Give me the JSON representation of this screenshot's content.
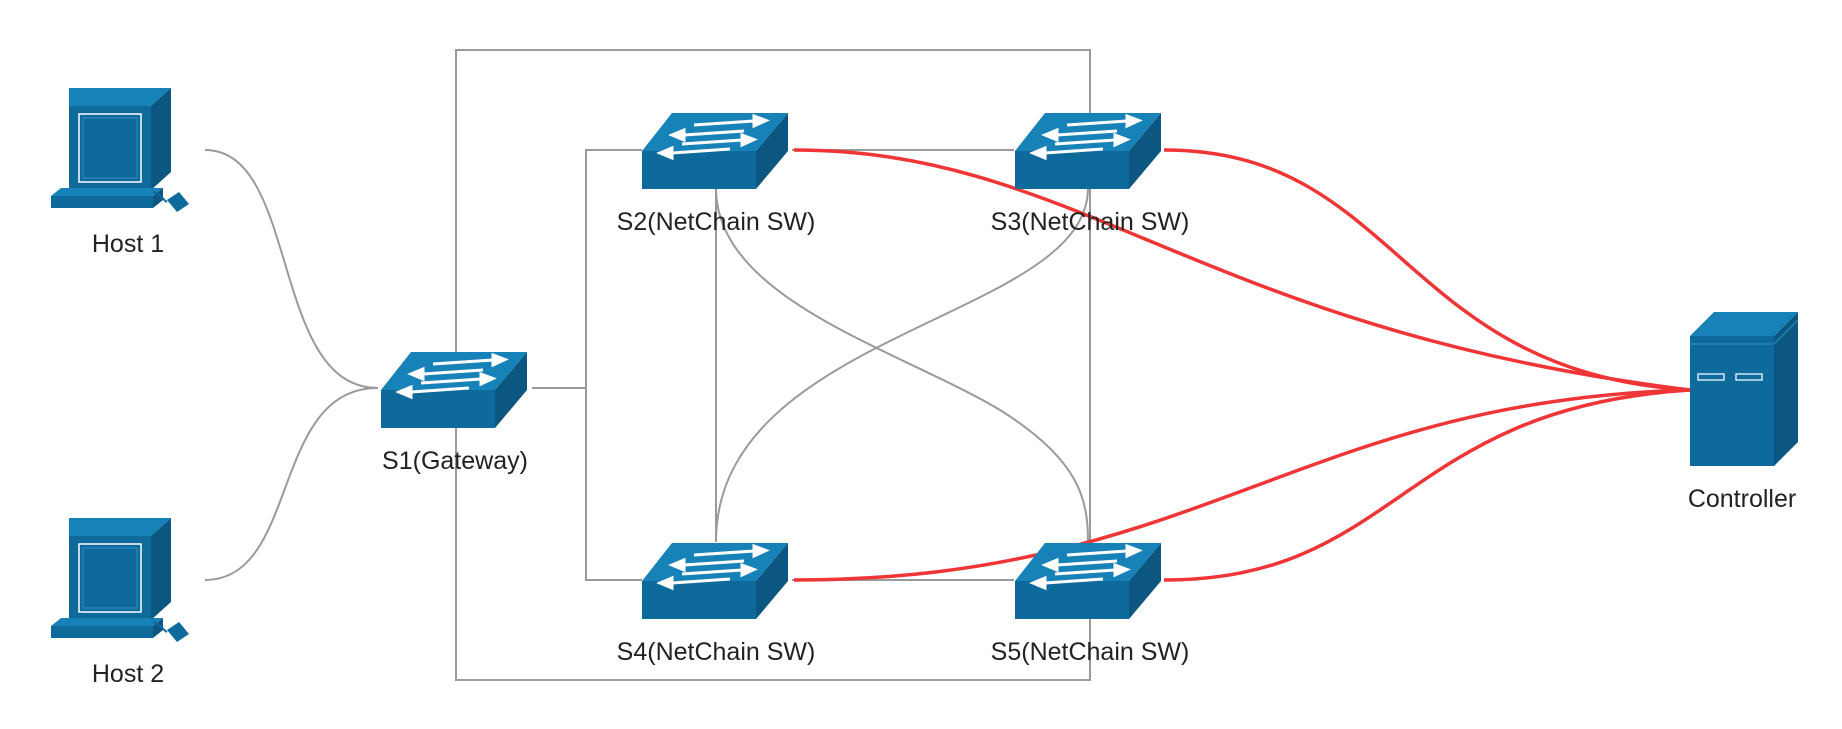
{
  "colors": {
    "device": "#0f6a9c",
    "device_dark": "#0b5782",
    "device_light": "#1782b8",
    "link_gray": "#9a9a9a",
    "link_red": "#ef3535",
    "text": "#222222"
  },
  "nodes": {
    "host1": {
      "label": "Host 1",
      "icon": "computer-icon"
    },
    "host2": {
      "label": "Host 2",
      "icon": "computer-icon"
    },
    "s1": {
      "label": "S1(Gateway)",
      "icon": "switch-icon"
    },
    "s2": {
      "label": "S2(NetChain SW)",
      "icon": "switch-icon"
    },
    "s3": {
      "label": "S3(NetChain SW)",
      "icon": "switch-icon"
    },
    "s4": {
      "label": "S4(NetChain SW)",
      "icon": "switch-icon"
    },
    "s5": {
      "label": "S5(NetChain SW)",
      "icon": "switch-icon"
    },
    "controller": {
      "label": "Controller",
      "icon": "server-icon"
    }
  }
}
